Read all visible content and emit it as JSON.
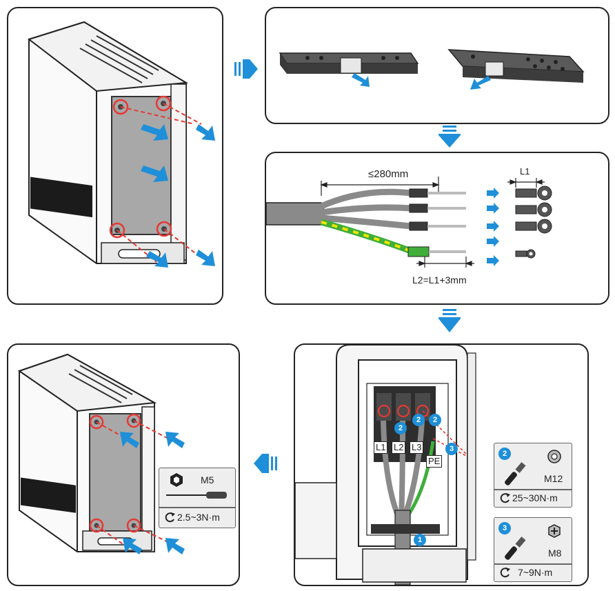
{
  "colors": {
    "accent_blue": "#1e8fd8",
    "marker_red": "#e53935",
    "cover_gray": "#9e9e9e",
    "cable_gray": "#8a8a8a",
    "pe_green": "#3fae3a",
    "pe_yellow": "#f2e500",
    "card_bg": "#eeeeee"
  },
  "icons": [
    "arrow-right-icon",
    "arrow-down-icon",
    "arrow-left-icon",
    "hex-socket-icon",
    "screwdriver-icon",
    "torque-rotate-icon",
    "wrench-icon",
    "nut-icon",
    "phillips-head-icon"
  ],
  "step2": {
    "strip_length": "≤280mm",
    "lug_length": "L1",
    "pe_strip_length": "L2=L1+3mm"
  },
  "step4": {
    "terminals": [
      "L1",
      "L2",
      "L3",
      "PE"
    ],
    "badges": [
      "1",
      "2",
      "2",
      "2",
      "3"
    ],
    "tool_m12": {
      "badge": "2",
      "size": "M12",
      "torque": "25~30N·m"
    },
    "tool_m8": {
      "badge": "3",
      "size": "M8",
      "torque": "7~9N·m"
    }
  },
  "step5": {
    "tool": {
      "size": "M5",
      "torque": "2.5~3N·m"
    }
  }
}
